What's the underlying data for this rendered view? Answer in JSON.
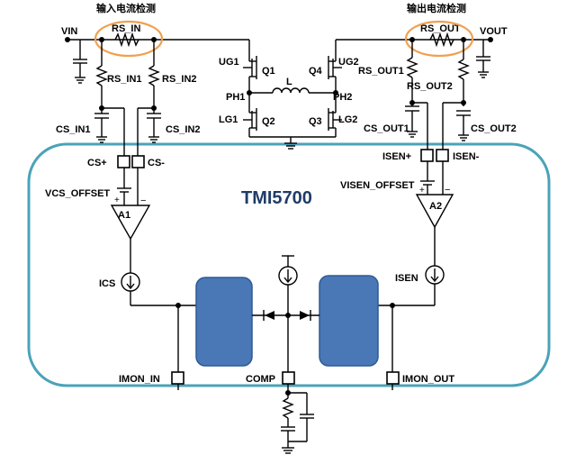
{
  "title_in_sense": "输入电流检测",
  "title_out_sense": "输出电流检测",
  "chip_name": "TMI5700",
  "labels": {
    "vin": "VIN",
    "vout": "VOUT",
    "rs_in": "RS_IN",
    "rs_out": "RS_OUT",
    "rs_in1": "RS_IN1",
    "rs_in2": "RS_IN2",
    "rs_out1": "RS_OUT1",
    "rs_out2": "RS_OUT2",
    "cs_in1": "CS_IN1",
    "cs_in2": "CS_IN2",
    "cs_out1": "CS_OUT1",
    "cs_out2": "CS_OUT2",
    "ug1": "UG1",
    "lg1": "LG1",
    "ug2": "UG2",
    "lg2": "LG2",
    "q1": "Q1",
    "q2": "Q2",
    "q3": "Q3",
    "q4": "Q4",
    "ph1": "PH1",
    "ph2": "PH2",
    "l": "L",
    "cs_plus": "CS+",
    "cs_minus": "CS-",
    "isen_plus": "ISEN+",
    "isen_minus": "ISEN-",
    "vcs_offset": "VCS_OFFSET",
    "visen_offset": "VISEN_OFFSET",
    "a1": "A1",
    "a2": "A2",
    "ics": "ICS",
    "isen": "ISEN",
    "imon_in": "IMON_IN",
    "comp": "COMP",
    "imon_out": "IMON_OUT"
  },
  "colors": {
    "chip_border": "#4aa3b8",
    "block_fill": "#4a78b6",
    "block_stroke": "#2e5a96",
    "highlight_circle": "#f0a050",
    "chip_text": "#1f3c66"
  }
}
